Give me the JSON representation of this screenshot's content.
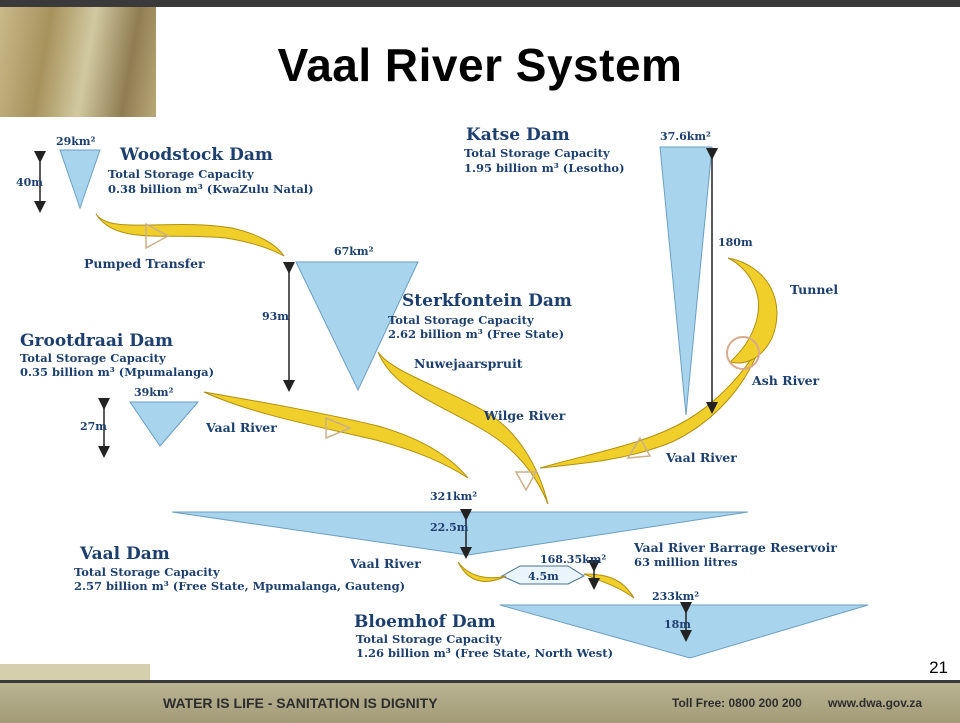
{
  "title": "Vaal River System",
  "page_number": "21",
  "footer": {
    "slogan": "WATER IS LIFE - SANITATION IS DIGNITY",
    "toll_free": "Toll Free: 0800 200 200",
    "website": "www.dwa.gov.za"
  },
  "colors": {
    "reservoir": "#a9d4ee",
    "river": "#f1cf2b",
    "text": "#1c3f6e"
  },
  "dams": {
    "woodstock": {
      "name": "Woodstock Dam",
      "cap_label": "Total Storage Capacity",
      "capacity": "0.38 billion m³ (KwaZulu Natal)",
      "area": "29km²",
      "height": "40m"
    },
    "sterkfontein": {
      "name": "Sterkfontein Dam",
      "cap_label": "Total Storage Capacity",
      "capacity": "2.62 billion m³ (Free State)",
      "area": "67km²",
      "height": "93m"
    },
    "katse": {
      "name": "Katse Dam",
      "cap_label": "Total Storage Capacity",
      "capacity": "1.95 billion m³ (Lesotho)",
      "area": "37.6km²",
      "height": "180m"
    },
    "grootdraai": {
      "name": "Grootdraai Dam",
      "cap_label": "Total Storage Capacity",
      "capacity": "0.35 billion m³ (Mpumalanga)",
      "area": "39km²",
      "height": "27m"
    },
    "vaal": {
      "name": "Vaal Dam",
      "cap_label": "Total Storage Capacity",
      "capacity": "2.57 billion m³ (Free State, Mpumalanga, Gauteng)",
      "area": "321km²",
      "height": "22.5m"
    },
    "barrage": {
      "name": "Vaal River Barrage Reservoir",
      "capacity": "63 million litres",
      "area": "168.35km²",
      "height": "4.5m"
    },
    "bloemhof": {
      "name": "Bloemhof Dam",
      "cap_label": "Total Storage Capacity",
      "capacity": "1.26 billion m³ (Free State, North West)",
      "area": "233km²",
      "height": "18m"
    }
  },
  "rivers": {
    "pumped_transfer": "Pumped Transfer",
    "nuwejaarspruit": "Nuwejaarspruit",
    "wilge": "Wilge River",
    "tunnel": "Tunnel",
    "ash": "Ash River",
    "vaal_grootdraai": "Vaal River",
    "vaal_katse": "Vaal River",
    "vaal_barrage": "Vaal River"
  }
}
